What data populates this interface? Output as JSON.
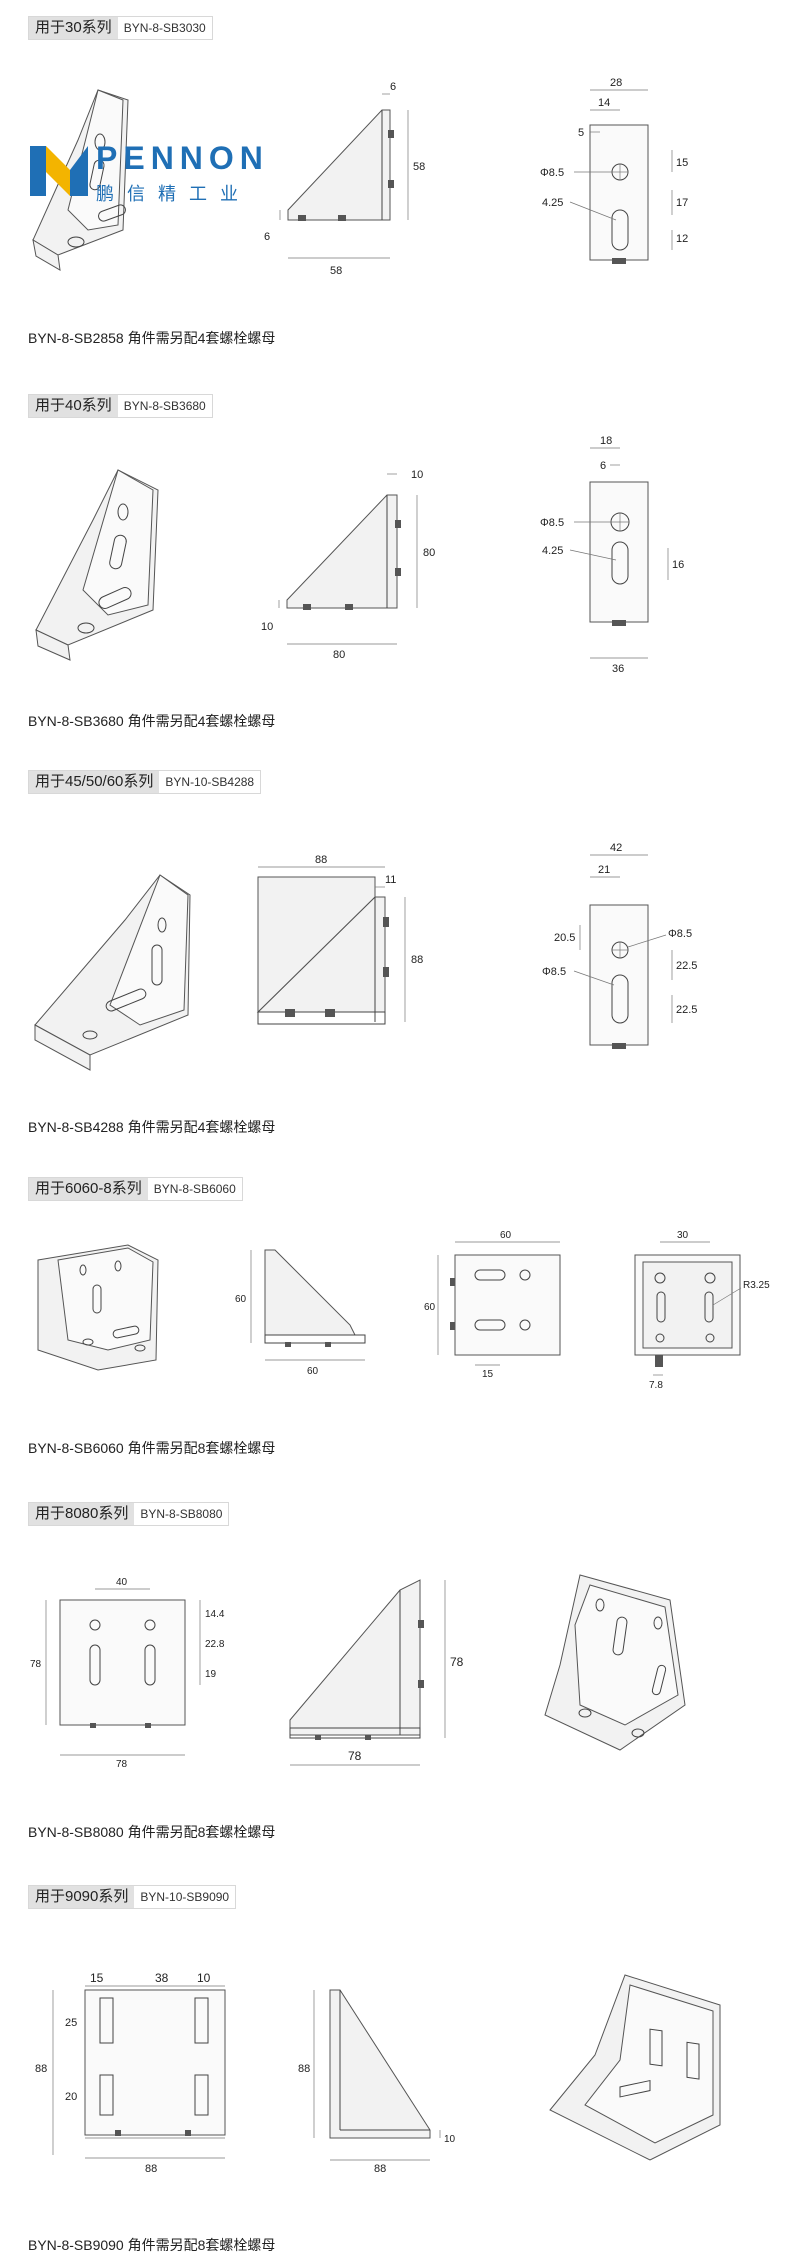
{
  "brand": {
    "name": "PENNON",
    "cn": "鹏 信 精 工 业"
  },
  "sections": [
    {
      "label": "用于30系列",
      "code": "BYN-8-SB3030",
      "note": "BYN-8-SB2858 角件需另配4套螺栓螺母",
      "dims": {
        "top_w": "6",
        "height": "58",
        "base_t": "6",
        "base_w": "58",
        "w28": "28",
        "w14": "14",
        "w5": "5",
        "d1": "Φ8.5",
        "d2": "4.25",
        "v15": "15",
        "v17": "17",
        "v12": "12"
      }
    },
    {
      "label": "用于40系列",
      "code": "BYN-8-SB3680",
      "note": "BYN-8-SB3680 角件需另配4套螺栓螺母",
      "dims": {
        "top_w": "10",
        "height": "80",
        "base_t": "10",
        "base_w": "80",
        "w18": "18",
        "w6": "6",
        "d1": "Φ8.5",
        "d2": "4.25",
        "v16": "16",
        "w36": "36"
      }
    },
    {
      "label": "用于45/50/60系列",
      "code": "BYN-10-SB4288",
      "note": "BYN-8-SB4288 角件需另配4套螺栓螺母",
      "dims": {
        "w88": "88",
        "w11": "11",
        "h88": "88",
        "w42": "42",
        "w21": "21",
        "v20_5": "20.5",
        "d1": "Φ8.5",
        "d2": "Φ8.5",
        "v22_5a": "22.5",
        "v22_5b": "22.5"
      }
    },
    {
      "label": "用于6060-8系列",
      "code": "BYN-8-SB6060",
      "note": "BYN-8-SB6060 角件需另配8套螺栓螺母",
      "dims": {
        "h60": "60",
        "w60": "60",
        "w60b": "60",
        "h60b": "60",
        "w15": "15",
        "w30": "30",
        "r": "R3.25",
        "w7_8": "7.8"
      }
    },
    {
      "label": "用于8080系列",
      "code": "BYN-8-SB8080",
      "note": "BYN-8-SB8080 角件需另配8套螺栓螺母",
      "dims": {
        "w40": "40",
        "h78": "78",
        "v14_4": "14.4",
        "v22_8": "22.8",
        "v19": "19",
        "w78": "78",
        "w78b": "78",
        "h78b": "78"
      }
    },
    {
      "label": "用于9090系列",
      "code": "BYN-10-SB9090",
      "note": "BYN-8-SB9090 角件需另配8套螺栓螺母",
      "dims": {
        "w15": "15",
        "w38": "38",
        "w10": "10",
        "v25": "25",
        "v20": "20",
        "h88": "88",
        "w88": "88",
        "h88b": "88",
        "w88b": "88",
        "v10": "10"
      }
    }
  ]
}
